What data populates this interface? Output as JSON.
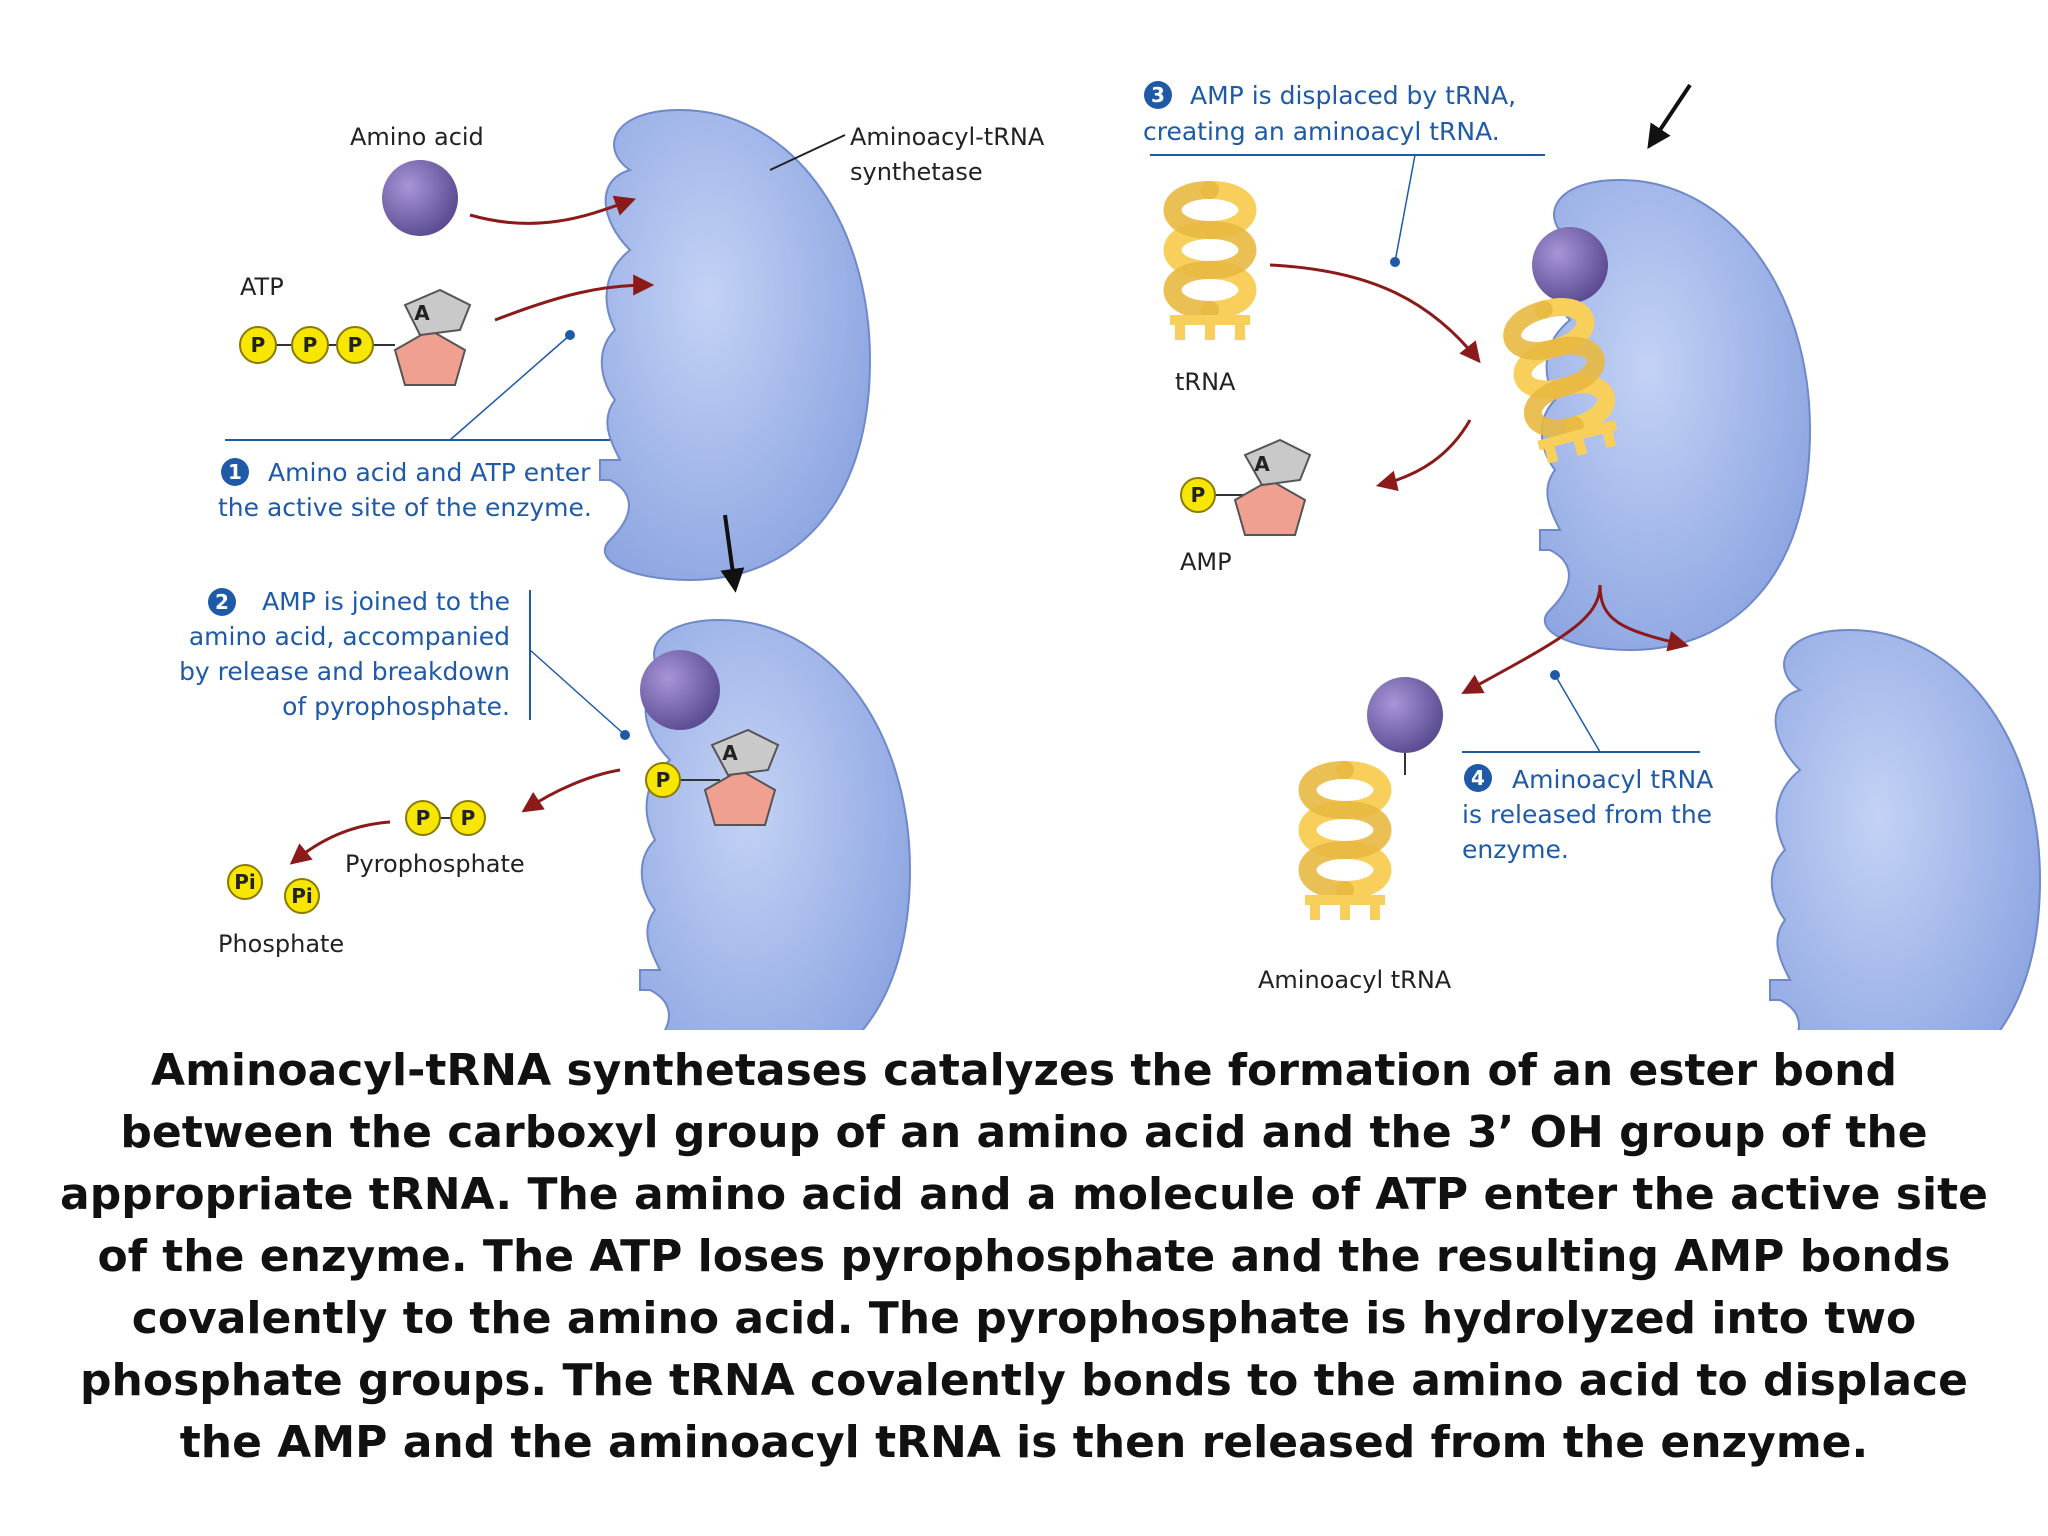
{
  "labels": {
    "amino_acid": "Amino acid",
    "synthetase_line1": "Aminoacyl-tRNA",
    "synthetase_line2": "synthetase",
    "atp": "ATP",
    "p": "P",
    "a": "A",
    "pi": "Pi",
    "trna": "tRNA",
    "amp": "AMP",
    "pyrophosphate": "Pyrophosphate",
    "phosphate": "Phosphate",
    "aminoacyl_trna": "Aminoacyl tRNA"
  },
  "steps": [
    {
      "number": "1",
      "line1": "Amino acid and ATP enter",
      "line2": "the active site of the enzyme."
    },
    {
      "number": "2",
      "line1": "AMP is joined to the",
      "line2": "amino acid, accompanied",
      "line3": "by release and breakdown",
      "line4": "of pyrophosphate."
    },
    {
      "number": "3",
      "line1": "AMP is displaced by tRNA,",
      "line2": "creating an aminoacyl tRNA."
    },
    {
      "number": "4",
      "line1": "Aminoacyl tRNA",
      "line2": "is released from the",
      "line3": "enzyme."
    }
  ],
  "caption": "Aminoacyl-tRNA synthetases catalyzes the formation of an ester bond between the carboxyl group of an amino acid and the 3’ OH group of the appropriate tRNA. The amino acid and a molecule of ATP enter the active site of the enzyme. The ATP loses pyrophosphate and the resulting AMP bonds covalently to the amino acid. The pyrophosphate is hydrolyzed into two phosphate groups. The tRNA covalently bonds to the amino acid to displace the AMP and the aminoacyl tRNA is then released from the enzyme.",
  "colors": {
    "enzyme": "#9db3e6",
    "enzyme_edge": "#6e88c9",
    "amino_acid": "#7b68b0",
    "phosphate": "#f7e600",
    "adenine": "#c9c9c9",
    "ribose": "#f0a090",
    "trna": "#f7cf5a",
    "arrow": "#8b1a1a",
    "step_number": "#1e5aa8"
  }
}
